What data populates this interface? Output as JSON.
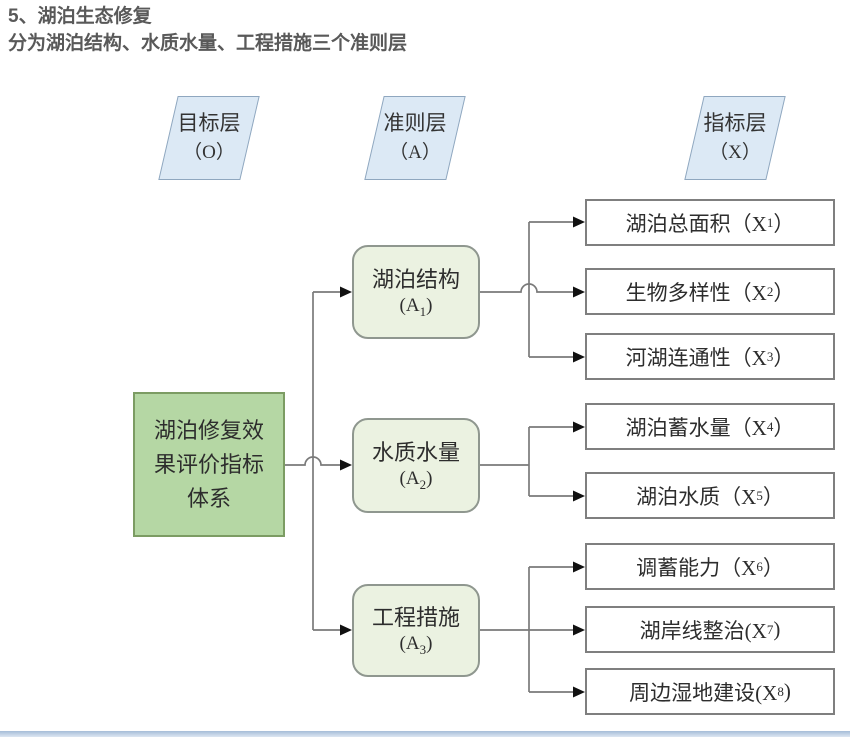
{
  "title": {
    "line1": "5、湖泊生态修复",
    "line2": "分为湖泊结构、水质水量、工程措施三个准则层"
  },
  "layers": [
    {
      "label": "目标层",
      "code": "（O）"
    },
    {
      "label": "准则层",
      "code": "（A）"
    },
    {
      "label": "指标层",
      "code": "（X）"
    }
  ],
  "goal": {
    "label": "湖泊修复效果评价指标体系"
  },
  "criteria": [
    {
      "name": "湖泊结构",
      "code_open": "(A",
      "code_sub": "1",
      "code_close": ")"
    },
    {
      "name": "水质水量",
      "code_open": "(A",
      "code_sub": "2",
      "code_close": ")"
    },
    {
      "name": "工程措施",
      "code_open": "(A",
      "code_sub": "3",
      "code_close": ")"
    }
  ],
  "indicators": [
    {
      "text": "湖泊总面积（X",
      "sub": "1",
      "close": "）"
    },
    {
      "text": "生物多样性（X",
      "sub": "2",
      "close": "）"
    },
    {
      "text": "河湖连通性（X",
      "sub": "3",
      "close": "）"
    },
    {
      "text": "湖泊蓄水量（X",
      "sub": "4",
      "close": "）"
    },
    {
      "text": "湖泊水质（X",
      "sub": "5",
      "close": "）"
    },
    {
      "text": "调蓄能力（X",
      "sub": "6",
      "close": "）"
    },
    {
      "text": "湖岸线整治(X",
      "sub": "7",
      "close": ")"
    },
    {
      "text": "周边湿地建设(X",
      "sub": "8",
      "close": ")"
    }
  ],
  "colors": {
    "title_text": "#595959",
    "layer_fill": "#dce9f5",
    "layer_border": "#8fa7bf",
    "goal_fill": "#b5d7a4",
    "goal_border": "#7c9c63",
    "criteria_fill": "#ebf2e1",
    "criteria_border": "#8f978f",
    "indicator_border": "#7f7f7f",
    "connector_line": "#7a7a7a",
    "arrowhead": "#111111",
    "bottom_bar": "#a5bdd8"
  }
}
